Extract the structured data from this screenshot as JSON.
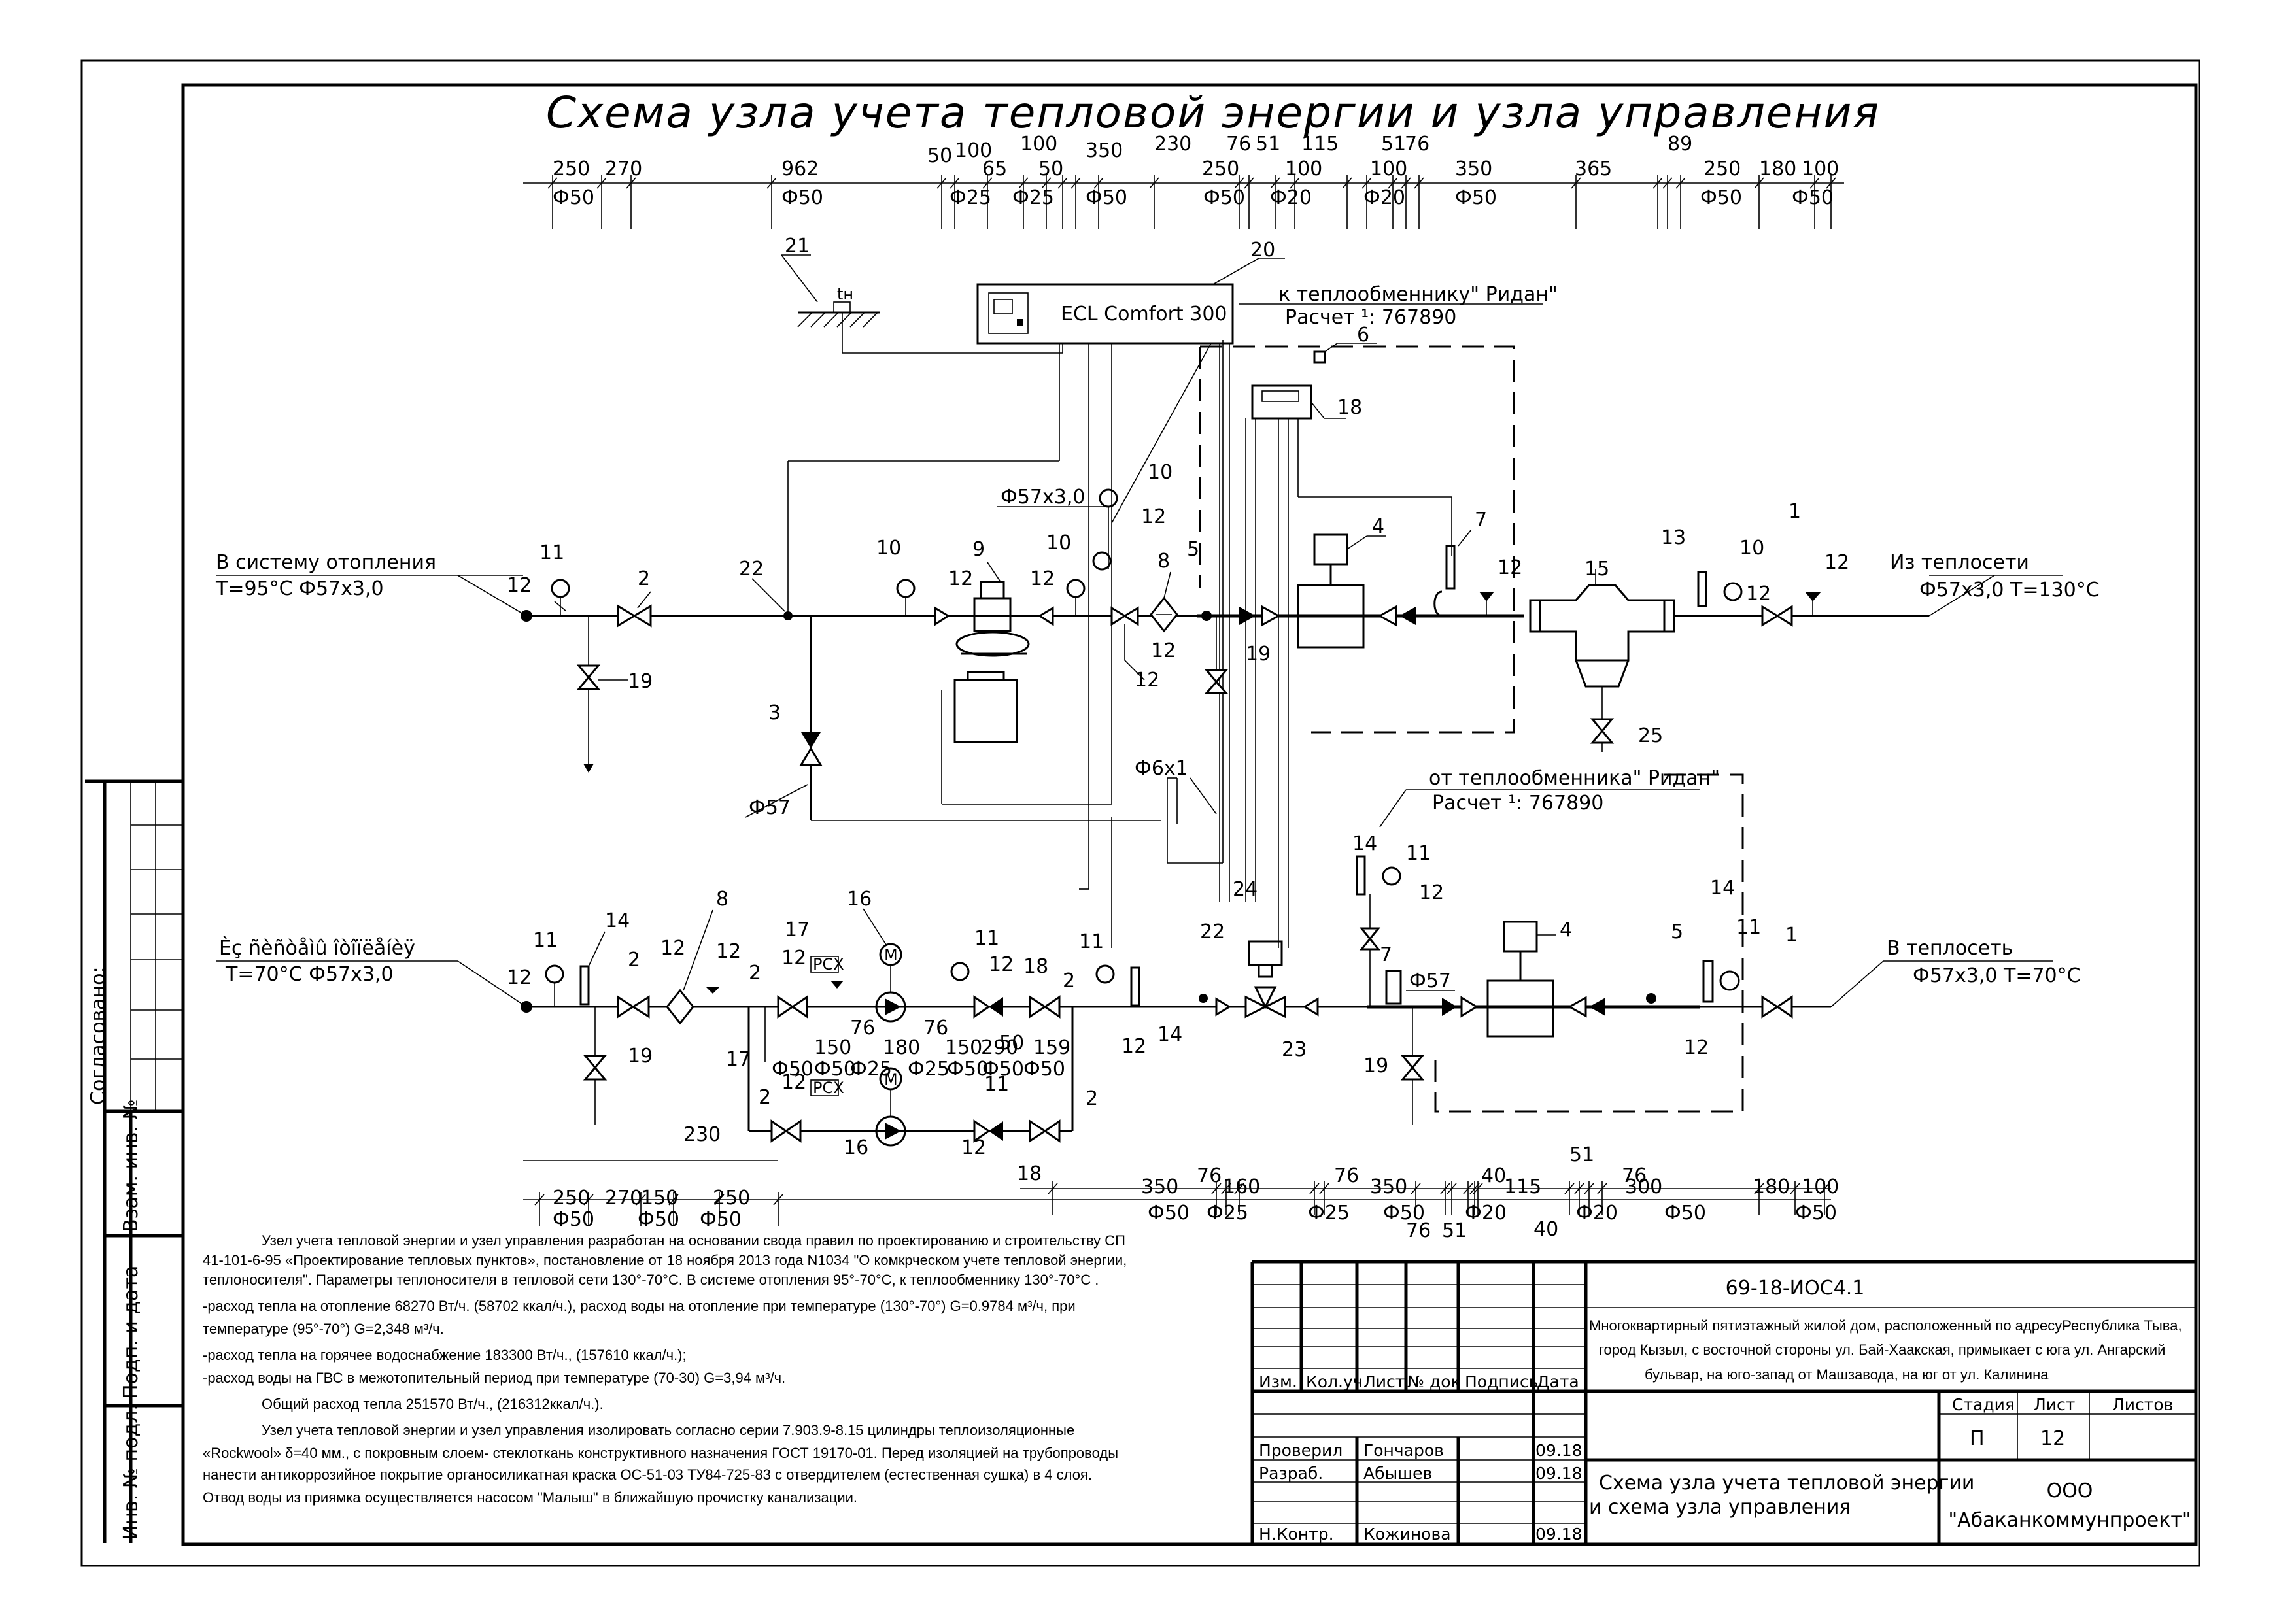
{
  "title": "Схема узла учета тепловой энергии и узла управления",
  "top_dims": {
    "upper": [
      "250",
      "270",
      "962",
      "50",
      "100",
      "65",
      "100",
      "50",
      "350",
      "230",
      "250",
      "76",
      "51",
      "100",
      "115",
      "100",
      "51",
      "76",
      "350",
      "365",
      "89",
      "250",
      "180",
      "100"
    ],
    "diam": [
      "Ф50",
      "Ф50",
      "Ф25",
      "Ф25",
      "Ф50",
      "Ф50",
      "Ф20",
      "Ф20",
      "Ф50",
      "Ф50",
      "Ф50"
    ]
  },
  "bottom_dims": {
    "upper": [
      "230",
      "76",
      "76",
      "40",
      "51",
      "76"
    ],
    "lower": [
      "250",
      "270",
      "150",
      "250",
      "350",
      "160",
      "350",
      "115",
      "300",
      "180",
      "100"
    ],
    "extra": [
      "76",
      "51",
      "40"
    ],
    "diam": [
      "Ф50",
      "Ф50",
      "Ф50",
      "Ф50",
      "Ф25",
      "Ф25",
      "Ф50",
      "Ф20",
      "Ф20",
      "Ф50",
      "Ф50"
    ]
  },
  "controller": {
    "label": "ECL Comfort 300",
    "tag": "20"
  },
  "sensor_tag": "21",
  "sensor_label": "tн",
  "to_exchanger": {
    "line1": "к теплообменнику\" Ридан\"",
    "line2": "Расчет ¹: 767890"
  },
  "from_exchanger": {
    "line1": "от теплообменника\" Ридан\"",
    "line2": "Расчет ¹: 767890"
  },
  "pipes": {
    "supply_out": {
      "label": "В систему отопления",
      "params": "T=95°C   Ф57х3,0"
    },
    "supply_in": {
      "label": "Из теплосети",
      "params": "Ф57х3,0 T=130°C"
    },
    "return_in": {
      "label": "Èç ñèñòåìû îòîïëåíèÿ",
      "params": "T=70°C  Ф57х3,0"
    },
    "return_out": {
      "label": "В теплосеть",
      "params": "Ф57х3,0 T=70°C"
    },
    "d57_upper": "Ф57х3,0",
    "d57": "Ф57",
    "d57b": "Ф57",
    "d6": "Ф6х1"
  },
  "pump_box": "РСХ",
  "pump_mid_dims": [
    "150",
    "76",
    "180",
    "76",
    "150",
    "290",
    "50",
    "159"
  ],
  "pump_mid_diam": [
    "Ф50",
    "Ф50",
    "Ф25",
    "Ф25",
    "Ф50",
    "Ф50",
    "Ф50"
  ],
  "tags_upper": [
    "11",
    "12",
    "2",
    "19",
    "22",
    "10",
    "12",
    "9",
    "10",
    "12",
    "10",
    "12",
    "8",
    "12",
    "12",
    "5",
    "19",
    "4",
    "7",
    "12",
    "15",
    "13",
    "10",
    "12",
    "1",
    "12",
    "25",
    "6",
    "3",
    "18"
  ],
  "tags_lower": [
    "11",
    "12",
    "14",
    "2",
    "12",
    "8",
    "12",
    "2",
    "17",
    "12",
    "16",
    "11",
    "12",
    "18",
    "2",
    "11",
    "12",
    "14",
    "22",
    "24",
    "23",
    "5",
    "4",
    "7",
    "14",
    "11",
    "12",
    "14",
    "11",
    "1",
    "12",
    "19",
    "17",
    "2",
    "12",
    "16",
    "11",
    "12",
    "18",
    "2",
    "19"
  ],
  "notes": [
    "Узел учета тепловой энергии и узел управления разработан на основании свода правил по проектированию и строительству СП",
    "41-101-6-95 «Проектирование тепловых пунктов», постановление от 18 ноября 2013 года N1034 \"О комкрческом учете тепловой энергии,",
    "теплоносителя\". Параметры теплоносителя в тепловой сети  130°-70°С. В системе отопления 95°-70°С, к теплообменнику 130°-70°С .",
    "-расход тепла на отопление 68270 Вт/ч. (58702 ккал/ч.), расход воды на отопление при температуре (130°-70°) G=0.9784 м³/ч, при",
    "температуре (95°-70°) G=2,348 м³/ч.",
    "-расход тепла на горячее водоснабжение 183300 Вт/ч., (157610 ккал/ч.);",
    "-расход воды на ГВС в межотопительный период при температуре (70-30) G=3,94 м³/ч.",
    "Общий расход  тепла  251570 Вт/ч., (216312ккал/ч.).",
    "Узел учета тепловой энергии и узел управления изолировать согласно серии  7.903.9-8.15 цилиндры теплоизоляционные",
    "«Rockwool» δ=40 мм., с покровным слоем- стеклоткань конструктивного назначения ГОСТ  19170-01. Перед изоляцией на трубопроводы",
    "нанести антикоррозийное покрытие органосиликатная краска ОС-51-03 ТУ84-725-83 с отвердителем (естественная сушка) в 4 слоя.",
    "Отвод воды из приямка осуществляется насосом \"Малыш\" в ближайшую прочистку канализации."
  ],
  "side_labels": {
    "agreed": "Согласовано:",
    "vzam": "Взам. инв. №",
    "podp": "Подп. и дата",
    "inv": "Инв. № подл."
  },
  "stamp": {
    "code": "69-18-ИОС4.1",
    "object": [
      "Многоквартирный пятиэтажный жилой дом, расположенный по адресуРеспублика Тыва,",
      "город Кызыл, с восточной стороны ул. Бай-Хаакская, примыкает с юга ул. Ангарский",
      "бульвар, на юго-запад от Машзавода, на юг от ул. Калинина"
    ],
    "head": [
      "Изм.",
      "Кол.уч",
      "Лист",
      "№ док",
      "Подпись",
      "Дата"
    ],
    "stage_head": [
      "Стадия",
      "Лист",
      "Листов"
    ],
    "stage": "П",
    "sheet": "12",
    "sheets": "",
    "people": [
      {
        "role": "Проверил",
        "name": "Гончаров",
        "date": "09.18."
      },
      {
        "role": "Разраб.",
        "name": "Абышев",
        "date": "09.18."
      },
      {
        "role": "Н.Контр.",
        "name": "Кожинова",
        "date": "09.18."
      }
    ],
    "doc_title": [
      "Схема узла учета тепловой энергии",
      "и схема узла управления"
    ],
    "org": [
      "ООО",
      "\"Абаканкоммунпроект\""
    ]
  }
}
